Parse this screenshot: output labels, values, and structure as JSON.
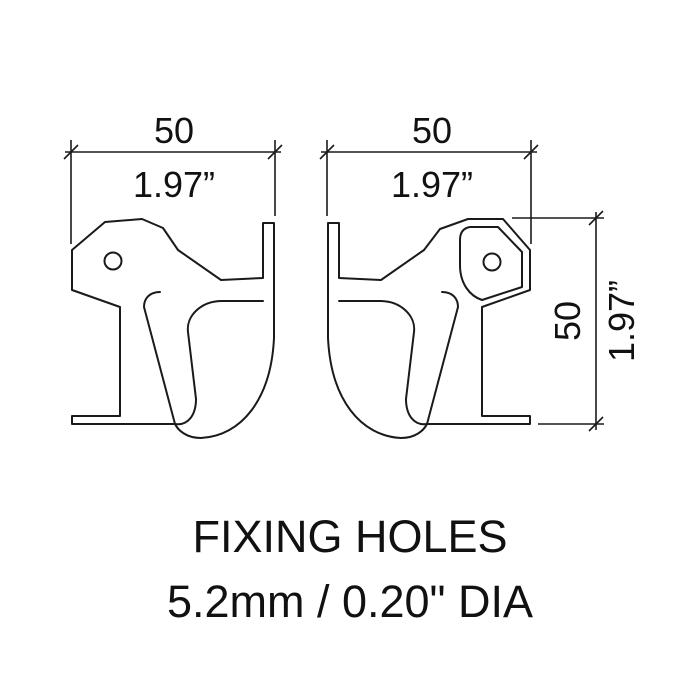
{
  "left_bracket": {
    "width_mm": "50",
    "width_in": "1.97”"
  },
  "right_bracket": {
    "width_mm": "50",
    "width_in": "1.97”",
    "height_mm": "50",
    "height_in": "1.97”"
  },
  "caption": {
    "line1": "FIXING HOLES",
    "line2": "5.2mm / 0.20\" DIA"
  }
}
